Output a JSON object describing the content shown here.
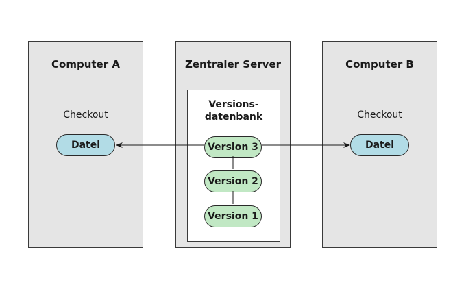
{
  "computer_a": {
    "title": "Computer A",
    "checkout": "Checkout",
    "file": "Datei"
  },
  "server": {
    "title": "Zentraler Server",
    "database_line1": "Versions-",
    "database_line2": "datenbank",
    "versions": [
      "Version 3",
      "Version 2",
      "Version 1"
    ]
  },
  "computer_b": {
    "title": "Computer B",
    "checkout": "Checkout",
    "file": "Datei"
  },
  "colors": {
    "panel": "#e5e5e5",
    "file": "#b2dce6",
    "version": "#c1e8c4"
  }
}
